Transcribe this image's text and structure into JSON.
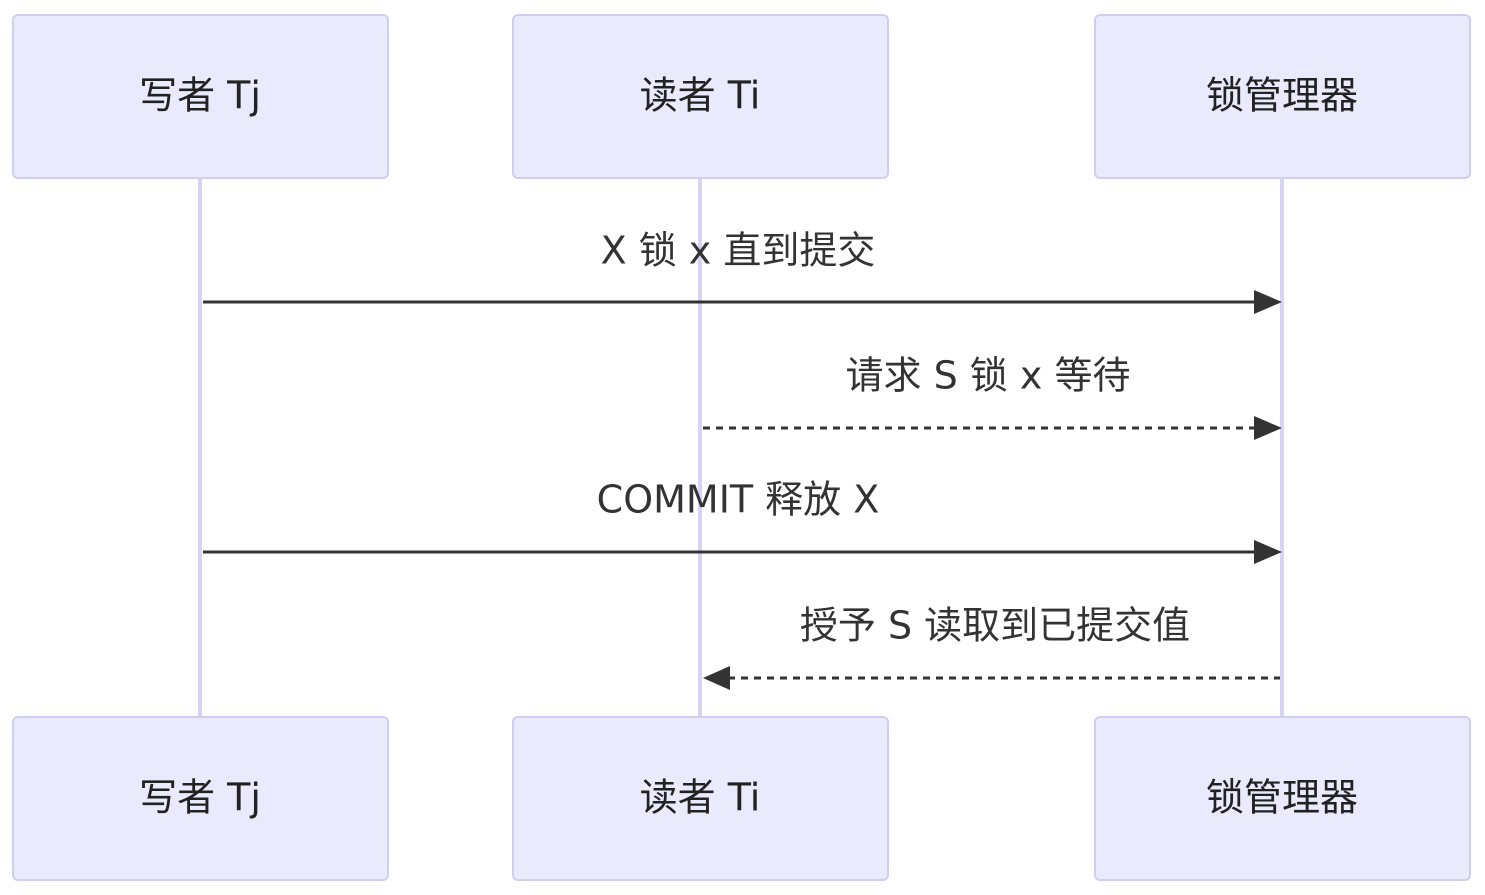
{
  "participants": [
    {
      "id": "writer",
      "label": "写者 Tj"
    },
    {
      "id": "reader",
      "label": "读者 Ti"
    },
    {
      "id": "lockmgr",
      "label": "锁管理器"
    }
  ],
  "messages": [
    {
      "from": "writer",
      "to": "lockmgr",
      "style": "solid",
      "label": "X 锁 x 直到提交"
    },
    {
      "from": "reader",
      "to": "lockmgr",
      "style": "dashed",
      "label": "请求 S 锁 x 等待"
    },
    {
      "from": "writer",
      "to": "lockmgr",
      "style": "solid",
      "label": "COMMIT 释放 X"
    },
    {
      "from": "lockmgr",
      "to": "reader",
      "style": "dashed",
      "label": "授予 S 读取到已提交值"
    }
  ],
  "colors": {
    "actor_fill": "#eaeafd",
    "actor_border": "#d0cdf0",
    "lifeline": "#d6d3f5",
    "message": "#333333"
  }
}
